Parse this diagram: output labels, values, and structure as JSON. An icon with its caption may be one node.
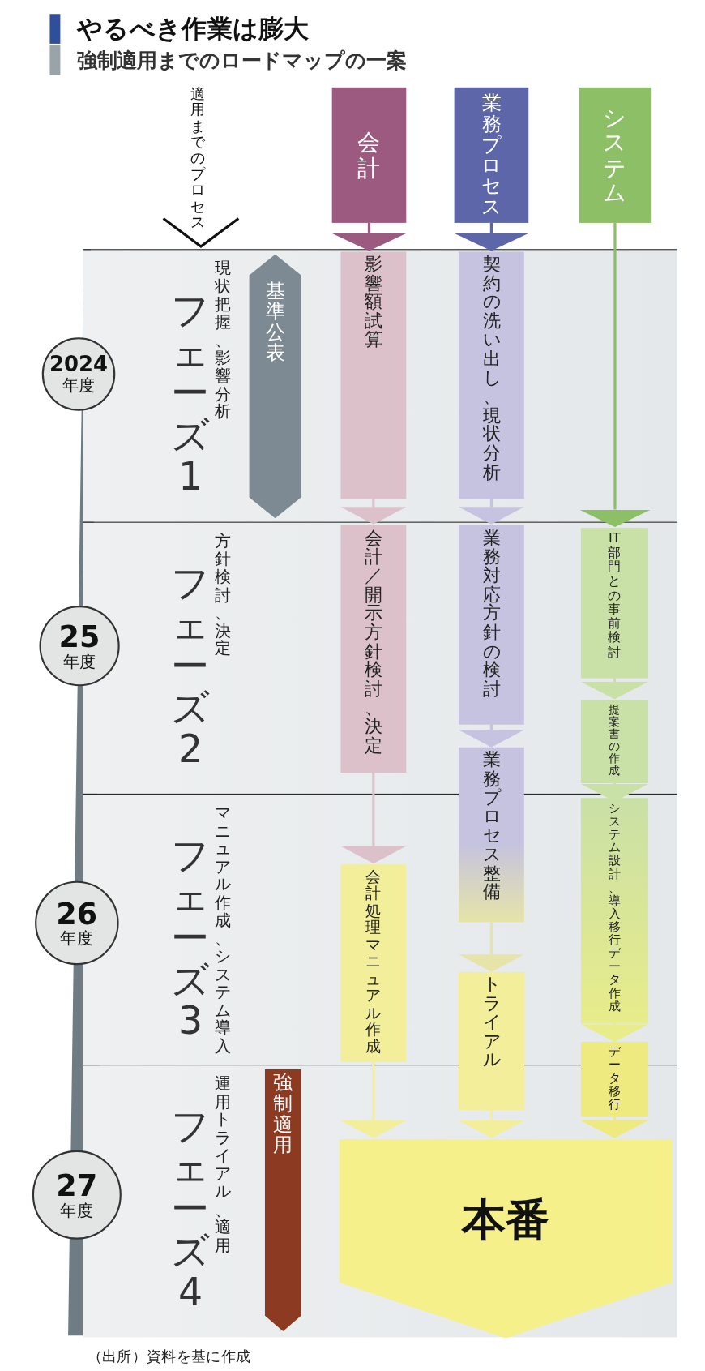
{
  "diagram": {
    "title": "やるべき作業は膨大",
    "caption": "（出所）資料を基に作成",
    "labels": [
      "強制適用までのロードマップの一案"
    ],
    "nodes": [
      {
        "text": [
          "適用までのプロセス"
        ]
      },
      {
        "text": [
          "会計"
        ]
      },
      {
        "text": [
          "業務プロセス"
        ]
      },
      {
        "text": [
          "システム"
        ]
      },
      {
        "text": [
          "フェーズ1",
          "現状把握、影響分析"
        ]
      },
      {
        "text": [
          "フェーズ2",
          "方針検討、決定"
        ]
      },
      {
        "text": [
          "フェーズ3",
          "マニュアル作成、システム導入"
        ]
      },
      {
        "text": [
          "フェーズ4",
          "運用トライアル、適用"
        ]
      },
      {
        "text": [
          "2024年度"
        ]
      },
      {
        "text": [
          "25年度"
        ]
      },
      {
        "text": [
          "26年度"
        ]
      },
      {
        "text": [
          "27年度"
        ]
      },
      {
        "text": [
          "基準公表"
        ],
        "in": 4
      },
      {
        "text": [
          "影響額試算"
        ],
        "in": 4
      },
      {
        "text": [
          "契約の洗い出し、現状分析"
        ],
        "in": 4
      },
      {
        "text": [
          "会計／開示方針検討、決定"
        ],
        "in": 5
      },
      {
        "text": [
          "業務対応方針の検討"
        ],
        "in": 5
      },
      {
        "text": [
          "IT部門との事前検討"
        ],
        "in": 5
      },
      {
        "text": [
          "提案書の作成"
        ],
        "in": 5
      },
      {
        "text": [
          "業務プロセス整備"
        ]
      },
      {
        "text": [
          "システム設計、導入移行データ作成"
        ],
        "in": 6
      },
      {
        "text": [
          "会計処理マニュアル作成"
        ],
        "in": 6
      },
      {
        "text": [
          "トライアル"
        ]
      },
      {
        "text": [
          "データ移行"
        ]
      },
      {
        "text": [
          "強制適用"
        ],
        "in": 7
      },
      {
        "text": [
          "本番"
        ],
        "in": 7
      }
    ],
    "edges": [
      {
        "from": 1,
        "to": 13,
        "arrow": "to",
        "color": "#9c5a80"
      },
      {
        "from": 2,
        "to": 14,
        "arrow": "to",
        "color": "#5c66a8"
      },
      {
        "from": 3,
        "to": 17,
        "arrow": "to",
        "color": "#8cbf66"
      },
      {
        "from": 13,
        "to": 15,
        "arrow": "to",
        "color": "#dcc1cb"
      },
      {
        "from": 15,
        "to": 21,
        "arrow": "to",
        "color": "#dcc1cb"
      },
      {
        "from": 21,
        "to": 25,
        "arrow": "to",
        "color": "#f2ee9a"
      },
      {
        "from": 14,
        "to": 16,
        "arrow": "to",
        "color": "#c6c3e0"
      },
      {
        "from": 16,
        "to": 19,
        "arrow": "to",
        "color": "#c6c3e0"
      },
      {
        "from": 19,
        "to": 22,
        "arrow": "to",
        "color": "#e6e4a8"
      },
      {
        "from": 22,
        "to": 25,
        "arrow": "to",
        "color": "#f2ee9a"
      },
      {
        "from": 17,
        "to": 18,
        "arrow": "to",
        "color": "#c9e0a6"
      },
      {
        "from": 18,
        "to": 20,
        "arrow": "to",
        "color": "#c9e0a6"
      },
      {
        "from": 20,
        "to": 23,
        "arrow": "to",
        "color": "#e8ec8a"
      },
      {
        "from": 23,
        "to": 25,
        "arrow": "to",
        "color": "#eeea80"
      }
    ]
  }
}
